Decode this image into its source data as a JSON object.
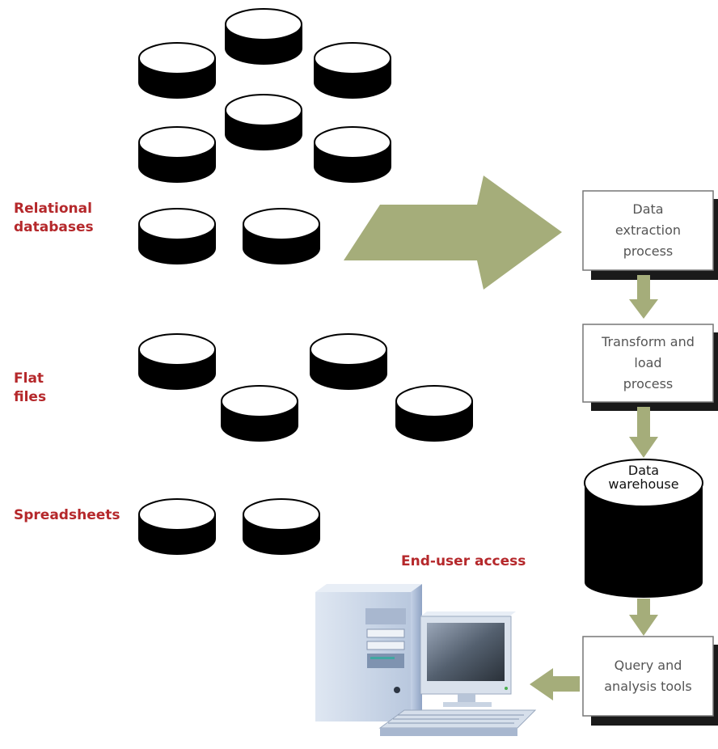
{
  "colors": {
    "arrow": "#a5ad7a",
    "source_label": "#b5282b",
    "box_text": "#555555",
    "cylinder": "#000000",
    "box_shadow": "#1a1a1a"
  },
  "sources": {
    "relational_label": "Relational\ndatabases",
    "flat_files_label": "Flat\nfiles",
    "spreadsheets_label": "Spreadsheets"
  },
  "process": {
    "extraction": "Data\nextraction\nprocess",
    "transform": "Transform and\nload\nprocess",
    "warehouse": "Data\nwarehouse",
    "query": "Query and\nanalysis tools"
  },
  "end_user_label": "End-user access",
  "icons": [
    "database-cylinder",
    "big-arrow",
    "down-arrow",
    "left-arrow",
    "desktop-computer"
  ]
}
